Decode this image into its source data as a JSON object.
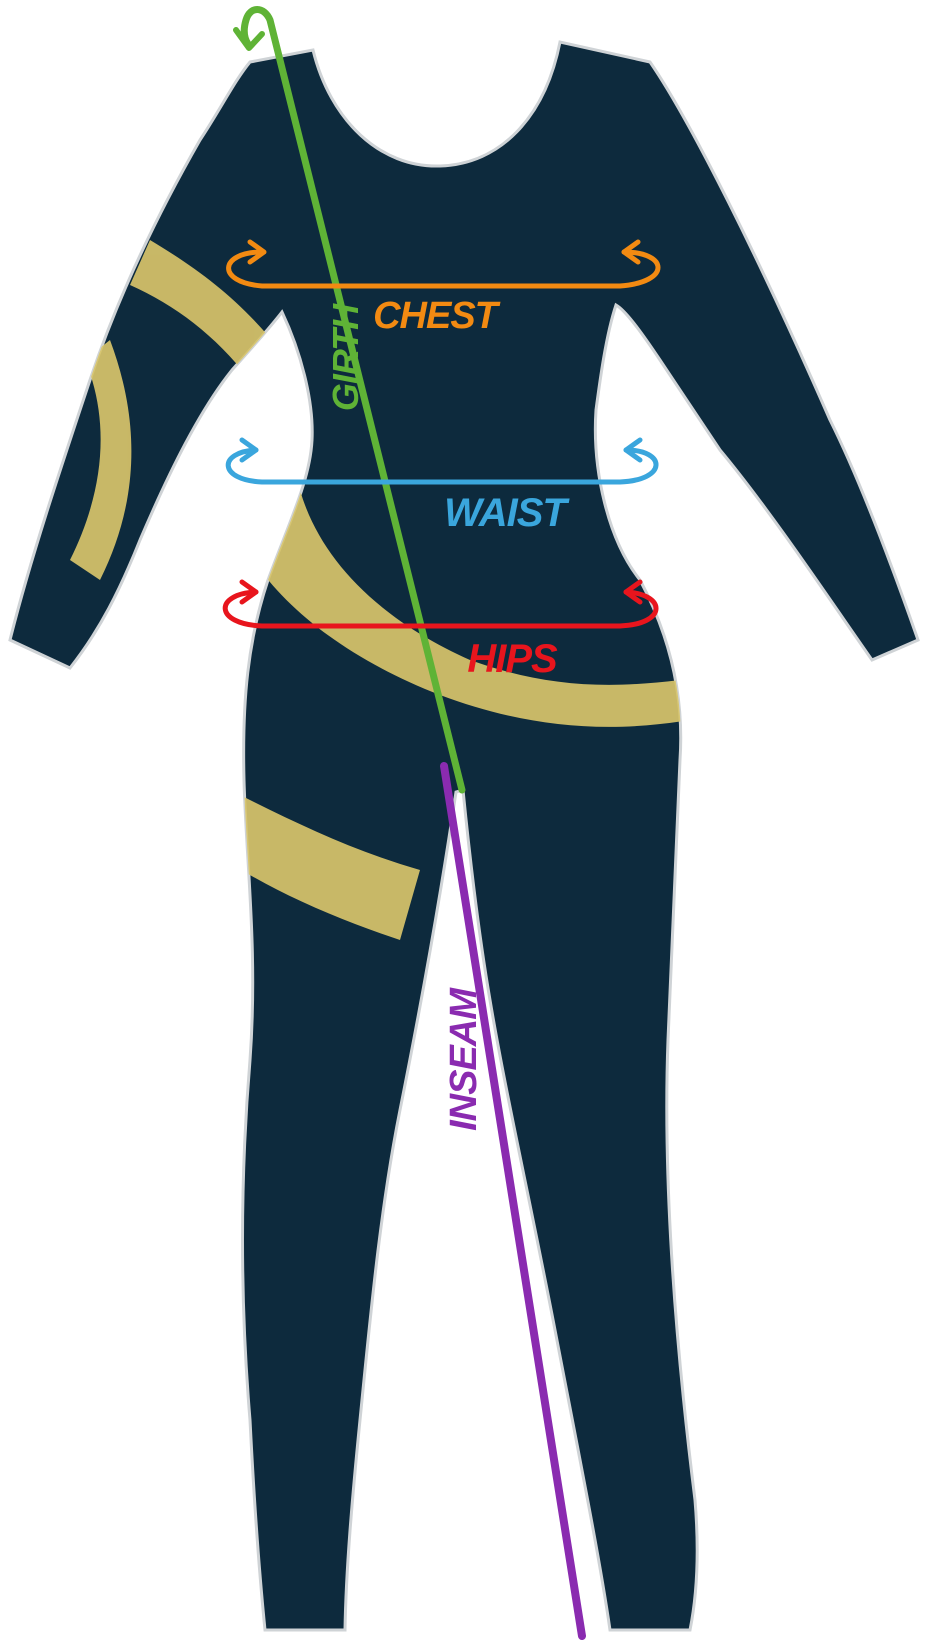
{
  "diagram": {
    "labels": {
      "girth": "GIRTH",
      "chest": "CHEST",
      "waist": "WAIST",
      "hips": "HIPS",
      "inseam": "INSEAM"
    },
    "colors": {
      "garment": "#0d2a3d",
      "stripe": "#d8c46a",
      "girth": "#5fb336",
      "chest": "#f28a12",
      "waist": "#3aa6dd",
      "hips": "#e8151d",
      "inseam": "#8a2bb0",
      "background": "#ffffff"
    }
  }
}
